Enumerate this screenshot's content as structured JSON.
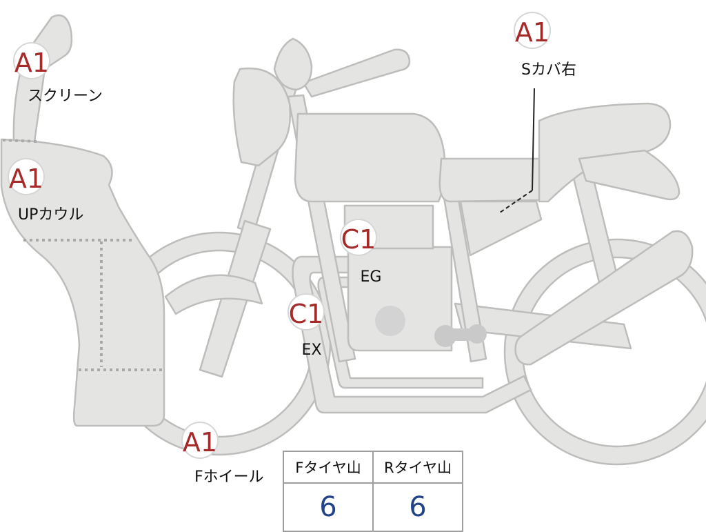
{
  "annotations": [
    {
      "code": "A1",
      "label": "スクリーン"
    },
    {
      "code": "A1",
      "label": "UPカウル"
    },
    {
      "code": "C1",
      "label": "EG"
    },
    {
      "code": "C1",
      "label": "EX"
    },
    {
      "code": "A1",
      "label": "Fホイール"
    },
    {
      "code": "A1",
      "label": "Sカバ右"
    }
  ],
  "tread_depth": {
    "front_label": "Fタイヤ山",
    "rear_label": "Rタイヤ山",
    "front_value": "6",
    "rear_value": "6"
  },
  "colors": {
    "part_fill": "#e4e4e2",
    "part_outline": "#bdbdbb",
    "damage_code": "#a52a2a",
    "tread_value": "#22428a"
  }
}
